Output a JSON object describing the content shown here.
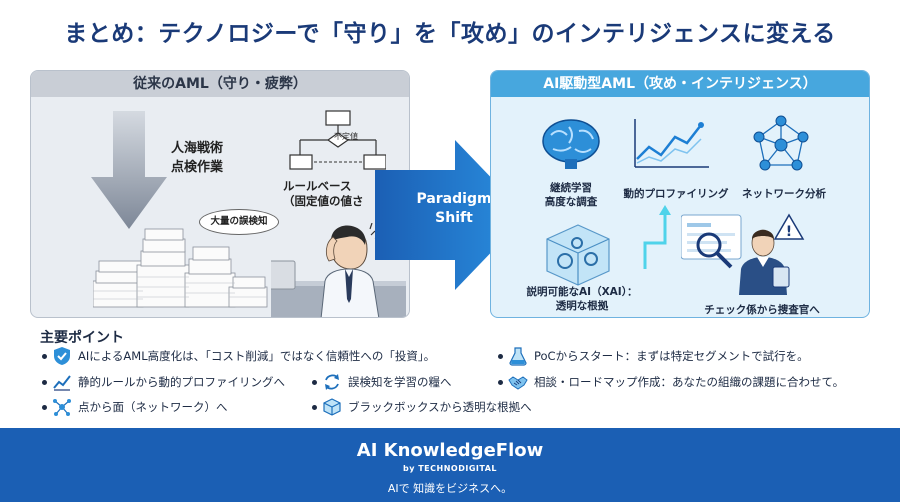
{
  "title": "まとめ：テクノロジーで「守り」を「攻め」のインテリジェンスに変える",
  "left_panel": {
    "header": "従来のAML（守り・疲弊）",
    "human_text": "人海戦術\n点検作業",
    "unfixed_label": "不定値",
    "rule_text": "ルールベース\n（固定値の値さ",
    "bubble": "大量の誤検知"
  },
  "paradigm": {
    "line1": "Paradigm",
    "line2": "Shift"
  },
  "right_panel": {
    "header": "AI駆動型AML（攻め・インテリジェンス）",
    "labels": {
      "learning": "継続学習\n高度な調査",
      "profiling": "動的プロファイリング",
      "network": "ネットワーク分析",
      "xai": "説明可能なAI（XAI）：\n透明な根拠",
      "investigator": "チェック係から捜査官へ"
    }
  },
  "key_points": {
    "title": "主要ポイント",
    "items": [
      "AIによるAML高度化は、「コスト削減」ではなく信頼性への「投資」。",
      "静的ルールから動的プロファイリングへ",
      "点から面（ネットワーク）へ",
      "誤検知を学習の糧へ",
      "ブラックボックスから透明な根拠へ",
      "PoCからスタート：まずは特定セグメントで試行を。",
      "相談・ロードマップ作成：あなたの組織の課題に合わせて。"
    ]
  },
  "footer": {
    "brand": "AI KnowledgeFlow",
    "sub": "by TECHNODIGITAL",
    "tagline": "AIで 知識をビジネスへ。"
  },
  "colors": {
    "title": "#1a3a78",
    "footer": "#1b5fb4",
    "accent": "#47a7de"
  }
}
